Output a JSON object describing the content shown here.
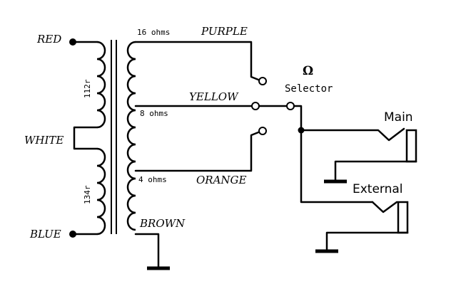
{
  "primary": {
    "top_label": "RED",
    "center_label": "WHITE",
    "bottom_label": "BLUE",
    "upper_resistance": "112r",
    "lower_resistance": "134r"
  },
  "secondary": {
    "tap_16_color": "PURPLE",
    "tap_16_ohms": "16 ohms",
    "tap_8_color": "YELLOW",
    "tap_8_ohms": "8 ohms",
    "tap_4_color": "ORANGE",
    "tap_4_ohms": "4 ohms",
    "common_color": "BROWN"
  },
  "selector": {
    "symbol": "Ω",
    "label": "Selector"
  },
  "outputs": {
    "main_label": "Main",
    "external_label": "External"
  }
}
